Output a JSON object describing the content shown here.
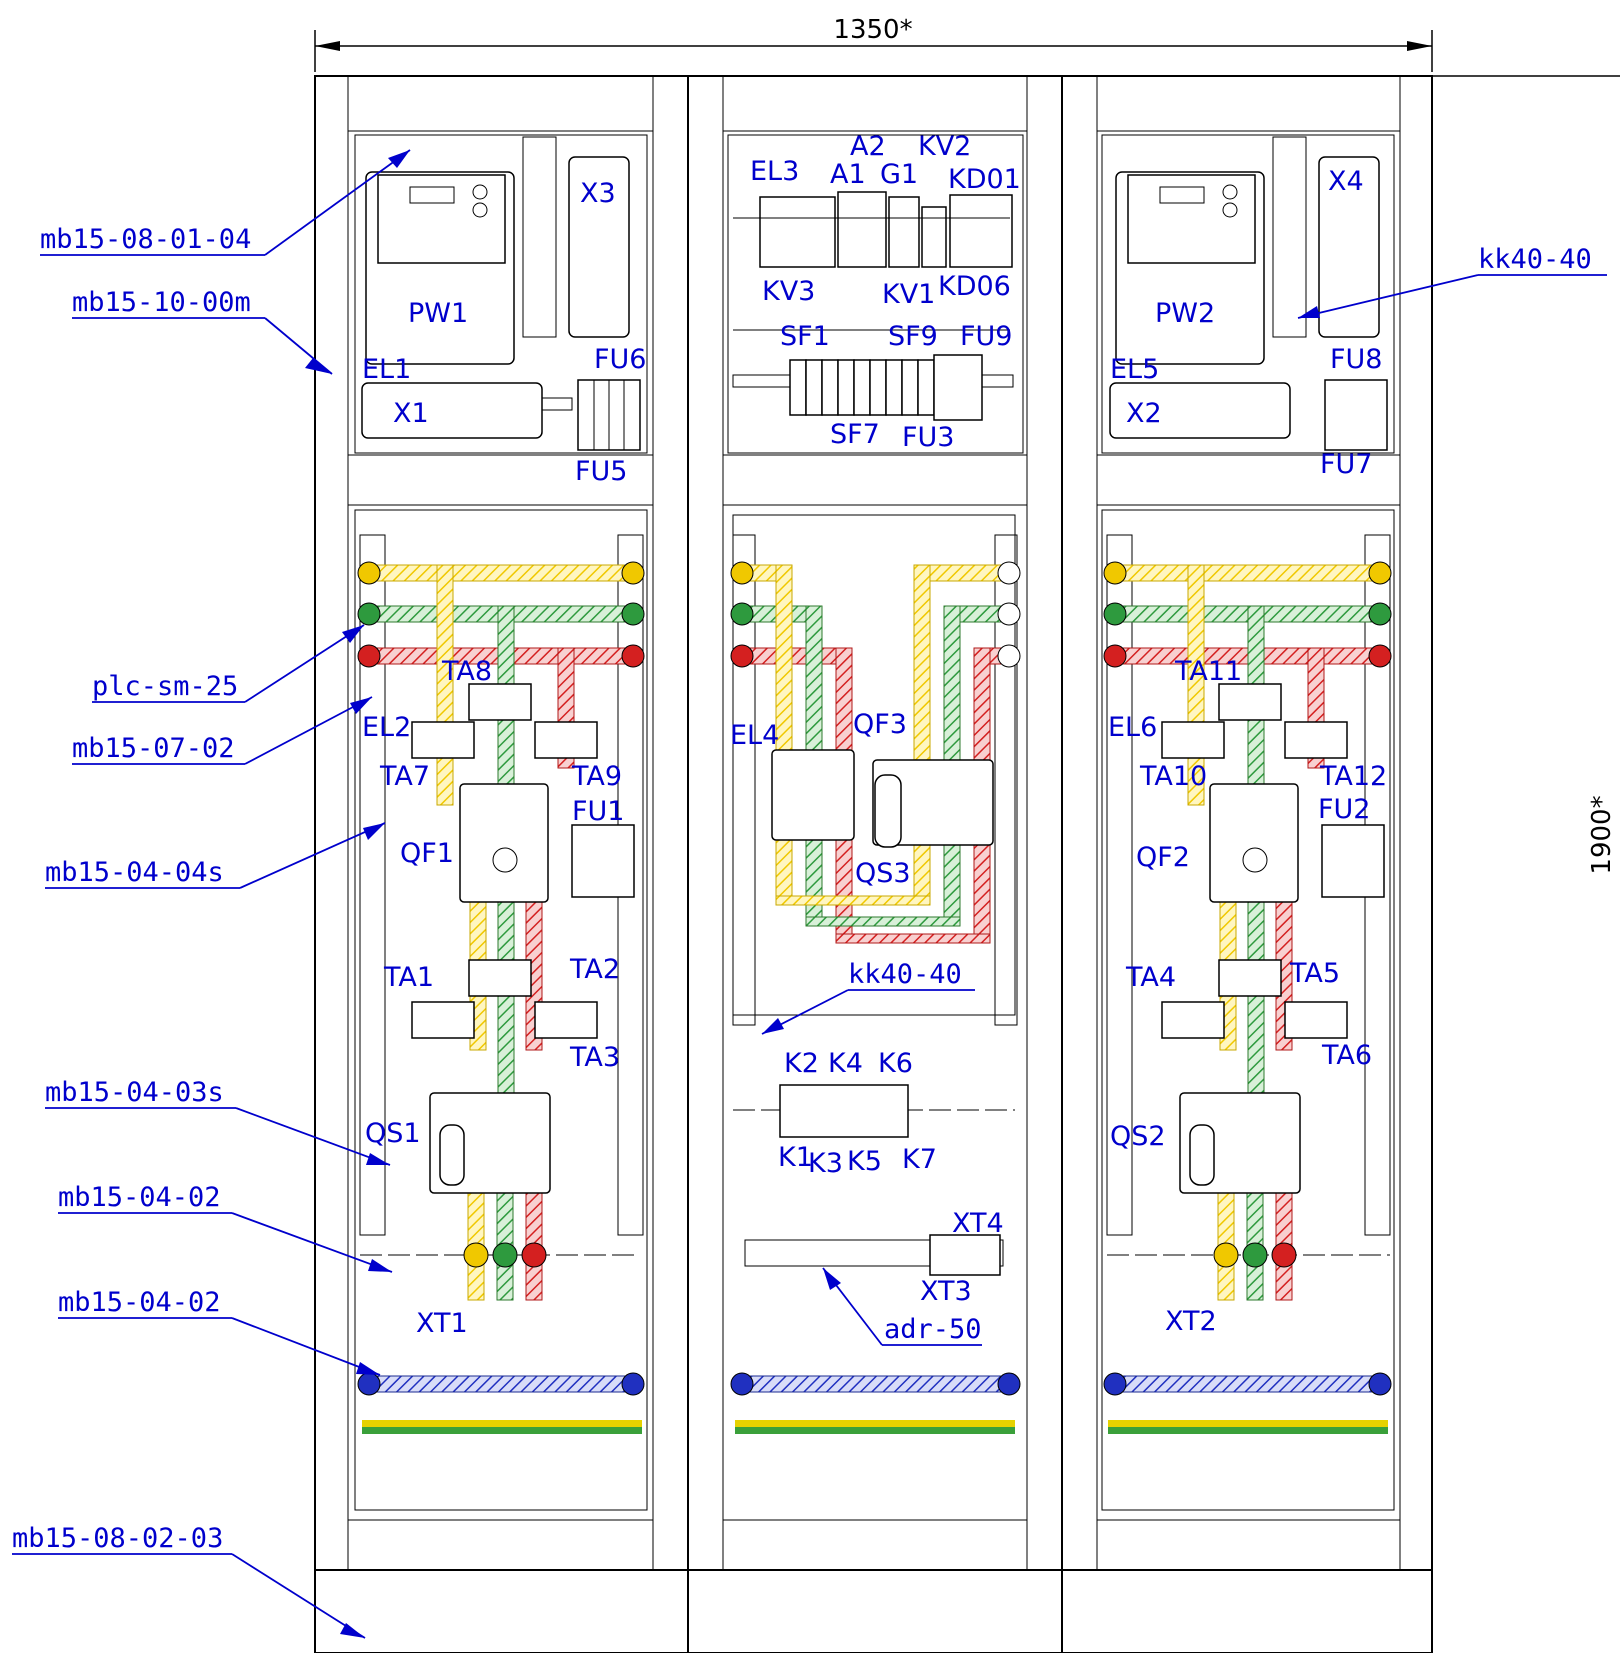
{
  "dimensions": {
    "width_label": "1350*",
    "height_label": "1900*"
  },
  "colors": {
    "phase_L1": "#f0c800",
    "phase_L2": "#2e9a3e",
    "phase_L3": "#d42020",
    "neutral": "#2030c0",
    "pe_yellow": "#e6d200",
    "pe_green": "#3aa03a",
    "annotation": "#0000cc"
  },
  "callouts": [
    {
      "id": "c1",
      "text": "mb15-08-01-04"
    },
    {
      "id": "c2",
      "text": "mb15-10-00m"
    },
    {
      "id": "c3",
      "text": "plc-sm-25"
    },
    {
      "id": "c4",
      "text": "mb15-07-02"
    },
    {
      "id": "c5",
      "text": "mb15-04-04s"
    },
    {
      "id": "c6",
      "text": "mb15-04-03s"
    },
    {
      "id": "c7",
      "text": "mb15-04-02"
    },
    {
      "id": "c8",
      "text": "mb15-04-02"
    },
    {
      "id": "c9",
      "text": "mb15-08-02-03"
    },
    {
      "id": "c10",
      "text": "kk40-40"
    },
    {
      "id": "c11",
      "text": "kk40-40"
    },
    {
      "id": "c12",
      "text": "adr-50"
    }
  ],
  "labels": {
    "left": [
      "PW1",
      "X3",
      "EL1",
      "X1",
      "FU6",
      "FU5",
      "EL2",
      "TA8",
      "TA7",
      "TA9",
      "FU1",
      "QF1",
      "TA1",
      "TA2",
      "TA3",
      "QS1",
      "XT1"
    ],
    "middle": [
      "EL3",
      "A2",
      "A1",
      "G1",
      "KV2",
      "KD01",
      "KV3",
      "KV1",
      "KD06",
      "SF1",
      "SF9",
      "FU9",
      "SF7",
      "FU3",
      "EL4",
      "QF3",
      "QS3",
      "K2",
      "K4",
      "K6",
      "K1",
      "K3",
      "K5",
      "K7",
      "XT4",
      "XT3"
    ],
    "right": [
      "PW2",
      "X4",
      "EL5",
      "X2",
      "FU8",
      "FU7",
      "EL6",
      "TA11",
      "TA10",
      "TA12",
      "FU2",
      "QF2",
      "TA4",
      "TA5",
      "TA6",
      "QS2",
      "XT2"
    ]
  }
}
